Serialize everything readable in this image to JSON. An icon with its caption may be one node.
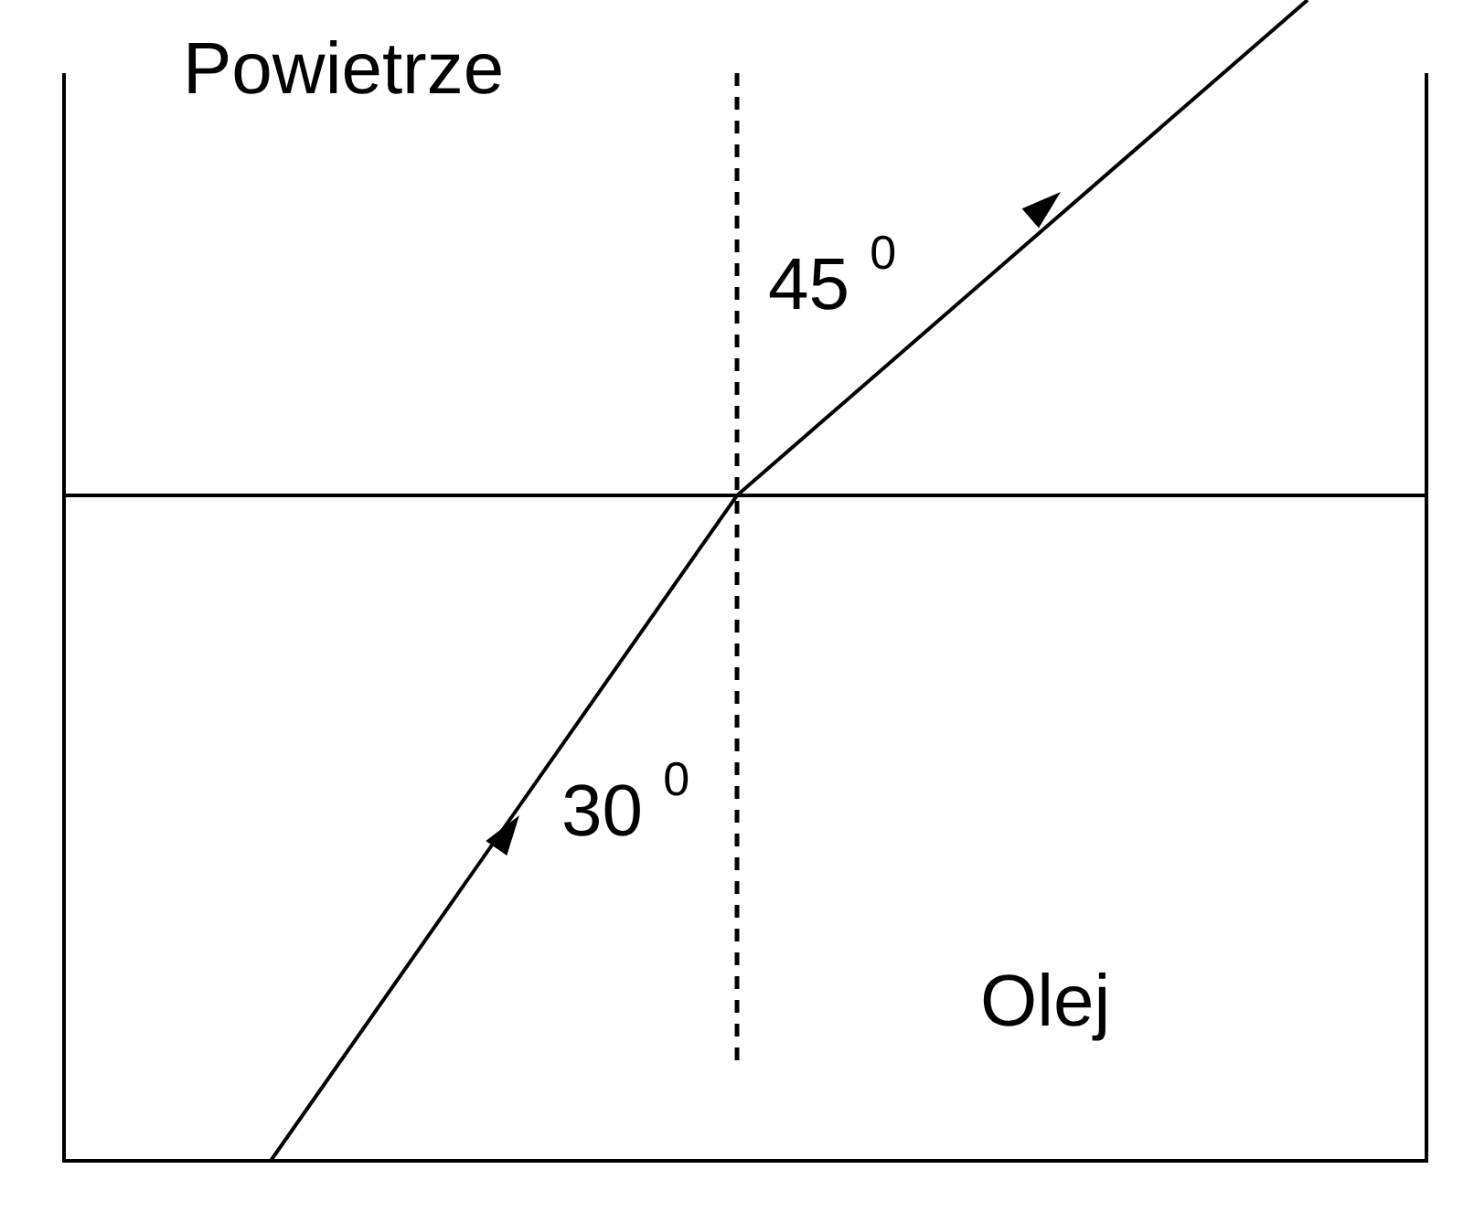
{
  "diagram": {
    "labels": [
      "Powietrze",
      "45 $^{0}$",
      "30 $^{0}$",
      "Olej"
    ]
  }
}
